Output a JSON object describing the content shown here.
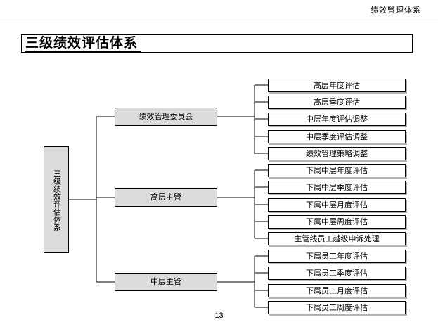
{
  "header": {
    "title": "绩效管理体系"
  },
  "slide": {
    "title": "三级绩效评估体系",
    "page_number": "13"
  },
  "colors": {
    "node_fill": "#dcdcdc",
    "node_shadow": "#808080",
    "leaf_fill": "#ffffff",
    "leaf_shadow": "#b3b3b3",
    "line": "#000000",
    "background": "#ffffff"
  },
  "diagram": {
    "root": {
      "label": "三级绩效评估体系"
    },
    "branches": [
      {
        "label": "绩效管理委员会",
        "leaves": [
          "高层年度评估",
          "高层季度评估",
          "中层年度评估调整",
          "中层季度评估调整",
          "绩效管理策略调整"
        ]
      },
      {
        "label": "高层主管",
        "leaves": [
          "下属中层年度评估",
          "下属中层季度评估",
          "下属中层月度评估",
          "下属中层周度评估",
          "主管线员工越级申诉处理"
        ]
      },
      {
        "label": "中层主管",
        "leaves": [
          "下属员工年度评估",
          "下属员工季度评估",
          "下属员工月度评估",
          "下属员工周度评估"
        ]
      }
    ]
  },
  "footer": {
    "page_number": "13"
  }
}
